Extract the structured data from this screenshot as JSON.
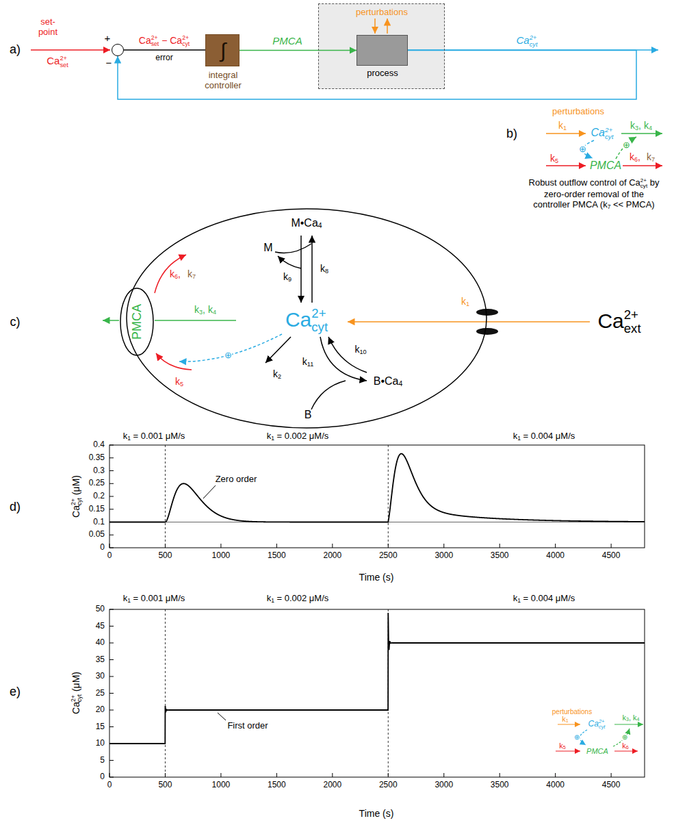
{
  "diagram": {
    "nodes": [
      {
        "text": [
          "+",
          "−"
        ]
      },
      {
        "text": [
          "∫",
          "integral controller"
        ]
      },
      {
        "text": [
          "perturbations"
        ]
      },
      {
        "text": [
          "process"
        ],
        "in": 2
      },
      {
        "text": [
          "Ca2+cyt"
        ]
      },
      {
        "text": [
          "PMCA"
        ],
        "in": 4
      }
    ],
    "edges": [
      {
        "from": 0,
        "to": 1,
        "label": "Ca2+set − Ca2+cyt",
        "arrow": "none"
      },
      {
        "from": 1,
        "to": 3,
        "label": "PMCA",
        "arrow": "to"
      },
      {
        "from": 3,
        "to": 0,
        "arrow": "to"
      }
    ],
    "labels": [
      "a)",
      "set-point",
      "Ca2+set",
      "error",
      "Ca2+cyt",
      "b)",
      "perturbations",
      "k1",
      "Ca2+cyt",
      "k3, k4",
      "⊕",
      "⊕",
      "k5",
      "PMCA",
      "k6,",
      "k7",
      "Robust outflow control of Ca2+cyt by zero-order removal of the controller PMCA (k7 << PMCA)",
      "c)",
      "M•Ca4",
      "M",
      "k9",
      "k8",
      "k2",
      "k11",
      "k10",
      "B•Ca4",
      "B",
      "k3, k4",
      "k6,",
      "k7",
      "k5",
      "⊕",
      "k1",
      "Ca2+ext",
      "k1 = 0.001 μM/s",
      "k1 = 0.002 μM/s",
      "k1 = 0.004 μM/s",
      "d)",
      "Ca2+cyt (μM)",
      "0",
      "0.05",
      "0.1",
      "0.15",
      "0.2",
      "0.25",
      "0.3",
      "0.35",
      "0.4",
      "0",
      "500",
      "1000",
      "1500",
      "2000",
      "2500",
      "3000",
      "3500",
      "4000",
      "4500",
      "Zero order",
      "Time (s)",
      "k1 = 0.001 μM/s",
      "k1 = 0.002 μM/s",
      "k1 = 0.004 μM/s",
      "e)",
      "Ca2+cyt (μM)",
      "0",
      "5",
      "10",
      "15",
      "20",
      "25",
      "30",
      "35",
      "40",
      "45",
      "50",
      "0",
      "500",
      "1000",
      "1500",
      "2000",
      "2500",
      "3000",
      "3500",
      "4000",
      "4500",
      "First order",
      "Time (s)",
      "perturbations",
      "k1",
      "Ca2+cyt",
      "k3, k4",
      "⊕",
      "⊕",
      "k5",
      "PMCA",
      "k6"
    ]
  }
}
